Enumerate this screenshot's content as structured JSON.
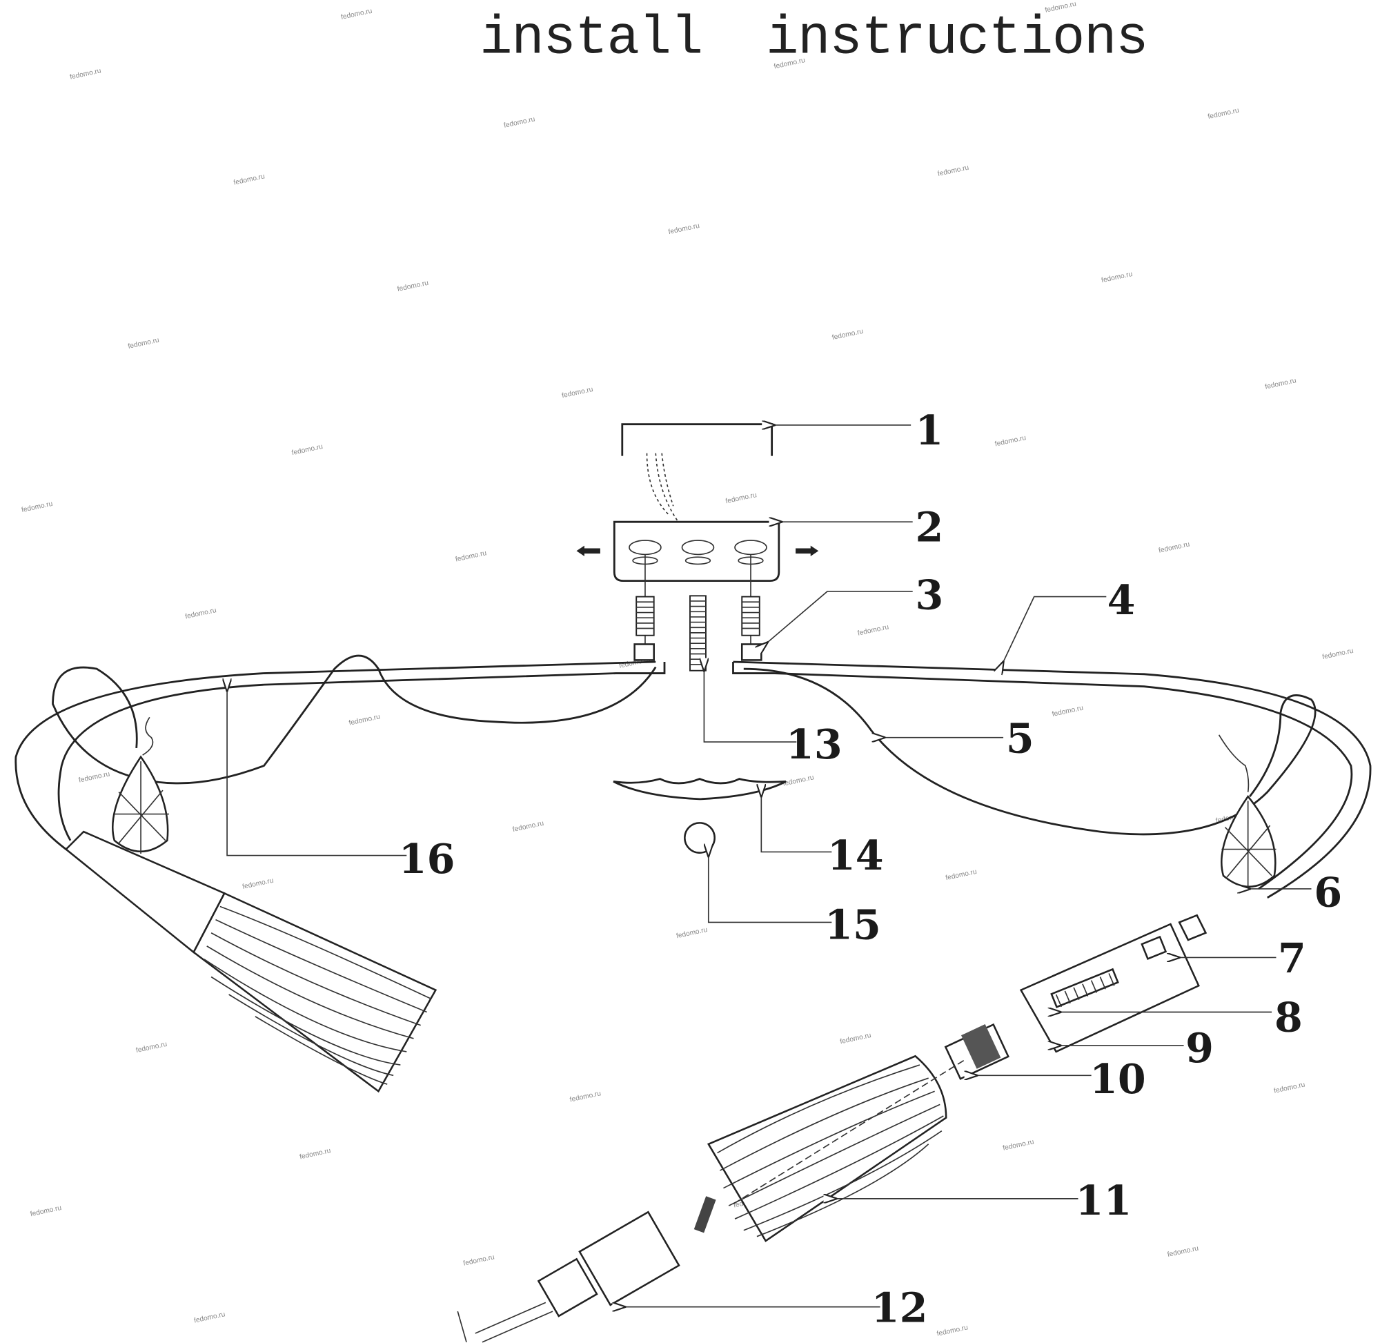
{
  "title": "install  instructions",
  "watermark": "fedomo.ru",
  "callouts": [
    "1",
    "2",
    "3",
    "4",
    "5",
    "6",
    "7",
    "8",
    "9",
    "10",
    "11",
    "12",
    "13",
    "14",
    "15",
    "16"
  ]
}
